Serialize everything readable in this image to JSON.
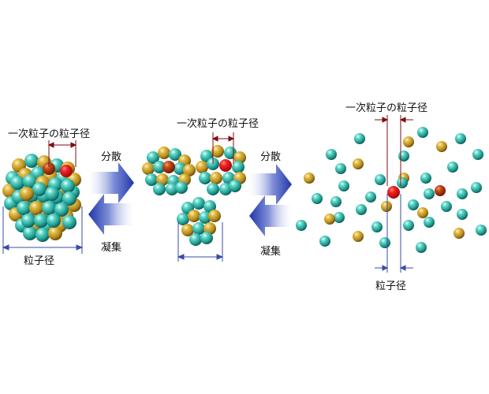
{
  "labels": {
    "primary_particle_size": "一次粒子の粒子径",
    "particle_size": "粒子径",
    "dispersion": "分散",
    "aggregation": "凝集"
  },
  "colors": {
    "teal": "#2bb3a6",
    "gold": "#c9a02a",
    "red": "#e8131b",
    "orange_red": "#c23a12",
    "dimension_blue": "#3a4ba8",
    "dimension_dark_red": "#7a0f14",
    "arrow_blue": "#2f46b5"
  },
  "diagram": {
    "stages": [
      "aggregated-cluster",
      "partially-dispersed-clusters",
      "fully-dispersed-particles"
    ]
  }
}
